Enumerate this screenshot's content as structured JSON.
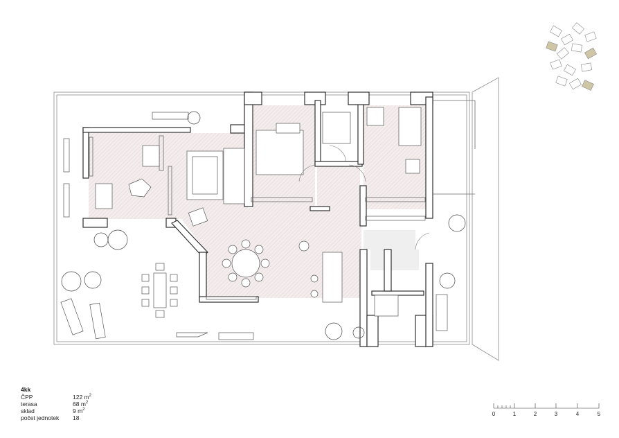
{
  "legend": {
    "title": "4kk",
    "rows": [
      {
        "label": "ČPP",
        "value": "122 m",
        "sup": "2"
      },
      {
        "label": "terasa",
        "value": "68 m",
        "sup": "2"
      },
      {
        "label": "sklad",
        "value": "9 m",
        "sup": "2"
      },
      {
        "label": "počet jednotek",
        "value": "18",
        "sup": ""
      }
    ]
  },
  "scale_bar": {
    "labels": [
      "0",
      "1",
      "2",
      "3",
      "4",
      "5"
    ]
  },
  "colors": {
    "wall": "#3a3a3a",
    "line": "#8a8a8a",
    "floor_hatch": "#e6d9d9",
    "key_highlight": "#cfc6a6"
  }
}
